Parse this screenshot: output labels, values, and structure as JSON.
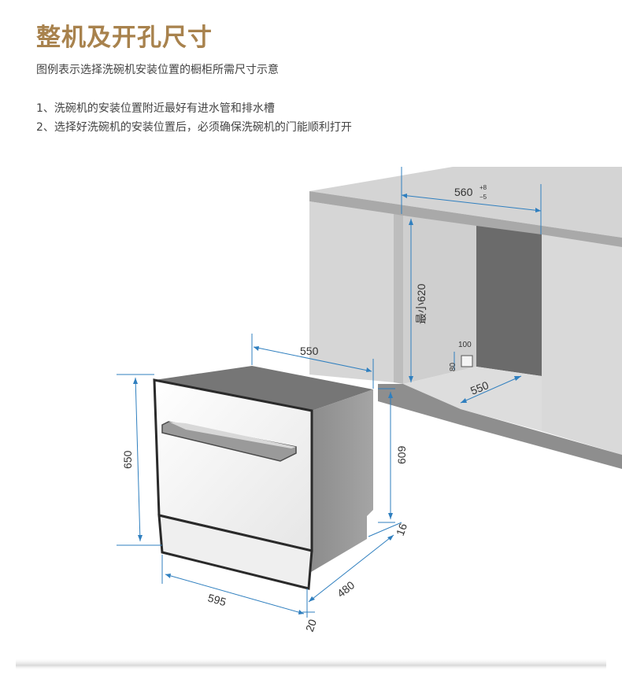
{
  "header": {
    "title": "整机及开孔尺寸",
    "subtitle": "图例表示选择洗碗机安装位置的橱柜所需尺寸示意"
  },
  "notes": [
    "1、洗碗机的安装位置附近最好有进水管和排水槽",
    "2、选择好洗碗机的安装位置后，必须确保洗碗机的门能顺利打开"
  ],
  "cabinet_dims": {
    "width": "560",
    "width_tol_plus": "+8",
    "width_tol_minus": "−5",
    "height": "最小620",
    "depth": "550",
    "small_h": "100",
    "small_v": "80"
  },
  "unit_dims": {
    "top_depth": "550",
    "front_height": "650",
    "side_height": "609",
    "front_width": "595",
    "side_depth": "480",
    "leg": "16",
    "bottom": "20"
  },
  "colors": {
    "title": "#a8824d",
    "dimension_line": "#2f7fbf",
    "cabinet_light": "#d9d9d9",
    "cabinet_dark": "#6b6b6b",
    "appliance_body": "#8f8f8f",
    "appliance_front": "#f4f4f4"
  }
}
